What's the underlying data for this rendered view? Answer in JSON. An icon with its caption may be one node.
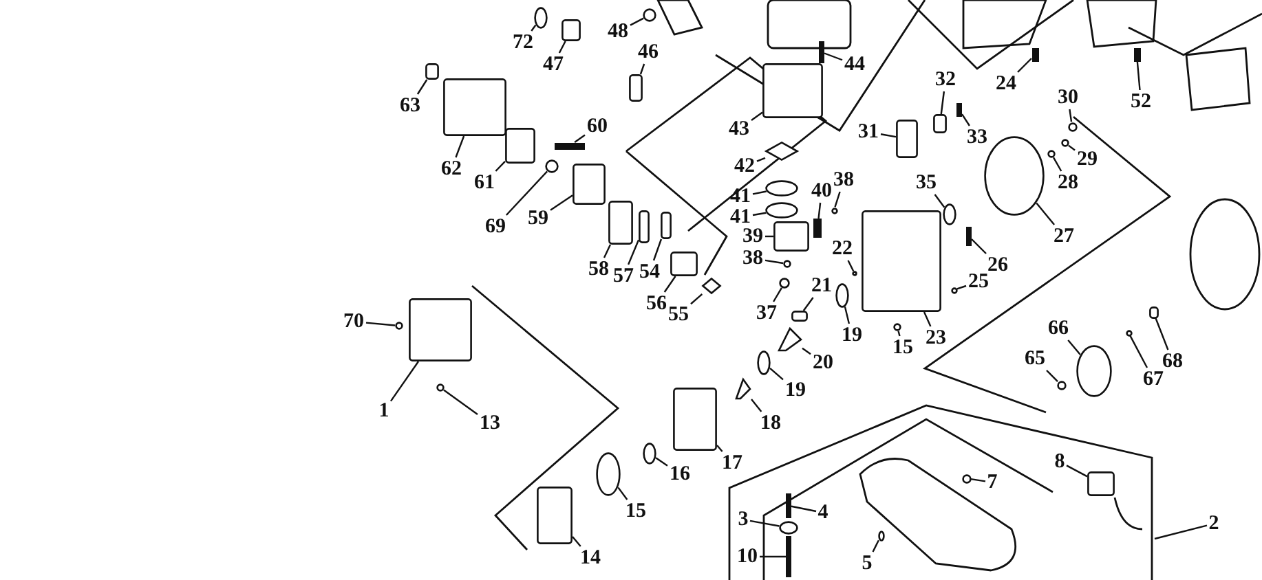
{
  "diagram": {
    "nodes": [
      {
        "text": [
          "72"
        ]
      },
      {
        "text": [
          "47"
        ]
      },
      {
        "text": [
          "48"
        ]
      },
      {
        "text": [
          "46"
        ]
      },
      {
        "text": [
          "44"
        ]
      },
      {
        "text": [
          "63"
        ]
      },
      {
        "text": [
          "62"
        ]
      },
      {
        "text": [
          "43"
        ]
      },
      {
        "text": [
          "60"
        ]
      },
      {
        "text": [
          "61"
        ]
      },
      {
        "text": [
          "42"
        ]
      },
      {
        "text": [
          "41"
        ]
      },
      {
        "text": [
          "40"
        ]
      },
      {
        "text": [
          "38"
        ]
      },
      {
        "text": [
          "41"
        ]
      },
      {
        "text": [
          "69"
        ]
      },
      {
        "text": [
          "59"
        ]
      },
      {
        "text": [
          "39"
        ]
      },
      {
        "text": [
          "38"
        ]
      },
      {
        "text": [
          "58"
        ]
      },
      {
        "text": [
          "57"
        ]
      },
      {
        "text": [
          "54"
        ]
      },
      {
        "text": [
          "56"
        ]
      },
      {
        "text": [
          "55"
        ]
      },
      {
        "text": [
          "37"
        ]
      },
      {
        "text": [
          "21"
        ]
      },
      {
        "text": [
          "22"
        ]
      },
      {
        "text": [
          "20"
        ]
      },
      {
        "text": [
          "19"
        ]
      },
      {
        "text": [
          "15"
        ]
      },
      {
        "text": [
          "23"
        ]
      },
      {
        "text": [
          "25"
        ]
      },
      {
        "text": [
          "26"
        ]
      },
      {
        "text": [
          "27"
        ]
      },
      {
        "text": [
          "35"
        ]
      },
      {
        "text": [
          "31"
        ]
      },
      {
        "text": [
          "32"
        ]
      },
      {
        "text": [
          "33"
        ]
      },
      {
        "text": [
          "24"
        ]
      },
      {
        "text": [
          "52"
        ]
      },
      {
        "text": [
          "30"
        ]
      },
      {
        "text": [
          "29"
        ]
      },
      {
        "text": [
          "28"
        ]
      },
      {
        "text": [
          "66"
        ]
      },
      {
        "text": [
          "65"
        ]
      },
      {
        "text": [
          "67"
        ]
      },
      {
        "text": [
          "68"
        ]
      },
      {
        "text": [
          "70"
        ]
      },
      {
        "text": [
          "1"
        ]
      },
      {
        "text": [
          "13"
        ]
      },
      {
        "text": [
          "18"
        ]
      },
      {
        "text": [
          "19"
        ]
      },
      {
        "text": [
          "17"
        ]
      },
      {
        "text": [
          "16"
        ]
      },
      {
        "text": [
          "15"
        ]
      },
      {
        "text": [
          "14"
        ]
      },
      {
        "text": [
          "3"
        ]
      },
      {
        "text": [
          "4"
        ]
      },
      {
        "text": [
          "10"
        ]
      },
      {
        "text": [
          "5"
        ]
      },
      {
        "text": [
          "7"
        ]
      },
      {
        "text": [
          "8"
        ]
      },
      {
        "text": [
          "2"
        ]
      },
      {
        "text": [],
        "shape": "circle"
      },
      {
        "text": [],
        "shape": "box"
      },
      {
        "text": [],
        "shape": "circle"
      },
      {
        "text": [],
        "shape": "box"
      },
      {
        "text": [],
        "shape": "bar"
      },
      {
        "text": [],
        "shape": "box"
      },
      {
        "text": [],
        "shape": "box"
      },
      {
        "text": [],
        "shape": "box"
      },
      {
        "text": [],
        "shape": "bar"
      },
      {
        "text": [],
        "shape": "box"
      },
      {
        "text": [],
        "shape": "diamond"
      },
      {
        "text": [],
        "shape": "circle"
      },
      {
        "text": [],
        "shape": "bar"
      },
      {
        "text": [],
        "shape": "circle"
      },
      {
        "text": [],
        "shape": "circle"
      },
      {
        "text": [],
        "shape": "circle"
      },
      {
        "text": [],
        "shape": "box"
      },
      {
        "text": [],
        "shape": "box"
      },
      {
        "text": [],
        "shape": "circle"
      },
      {
        "text": [],
        "shape": "box"
      },
      {
        "text": [],
        "shape": "box"
      },
      {
        "text": [],
        "shape": "box"
      },
      {
        "text": [],
        "shape": "box"
      },
      {
        "text": [],
        "shape": "diamond"
      },
      {
        "text": [],
        "shape": "circle"
      },
      {
        "text": [],
        "shape": "box"
      },
      {
        "text": [],
        "shape": "circle"
      },
      {
        "text": [],
        "shape": "picture"
      },
      {
        "text": [],
        "shape": "circle"
      },
      {
        "text": [],
        "shape": "circle"
      },
      {
        "text": [],
        "shape": "box"
      },
      {
        "text": [],
        "shape": "circle"
      },
      {
        "text": [],
        "shape": "bar"
      },
      {
        "text": [],
        "shape": "circle"
      },
      {
        "text": [],
        "shape": "circle"
      },
      {
        "text": [],
        "shape": "box"
      },
      {
        "text": [],
        "shape": "box"
      },
      {
        "text": [],
        "shape": "bar"
      },
      {
        "text": [],
        "shape": "bar"
      },
      {
        "text": [],
        "shape": "bar"
      },
      {
        "text": [],
        "shape": "circle"
      },
      {
        "text": [],
        "shape": "circle"
      },
      {
        "text": [],
        "shape": "circle"
      },
      {
        "text": [],
        "shape": "circle"
      },
      {
        "text": [],
        "shape": "circle"
      },
      {
        "text": [],
        "shape": "circle"
      },
      {
        "text": [],
        "shape": "box"
      },
      {
        "text": [],
        "shape": "circle"
      },
      {
        "text": [],
        "shape": "box"
      },
      {
        "text": [],
        "shape": "circle"
      },
      {
        "text": [],
        "shape": "picture"
      },
      {
        "text": [],
        "shape": "circle"
      },
      {
        "text": [],
        "shape": "box"
      },
      {
        "text": [],
        "shape": "circle"
      },
      {
        "text": [],
        "shape": "circle"
      },
      {
        "text": [],
        "shape": "box"
      },
      {
        "text": [],
        "shape": "circle"
      },
      {
        "text": [],
        "shape": "bar"
      },
      {
        "text": [],
        "shape": "bar"
      },
      {
        "text": [],
        "shape": "circle"
      },
      {
        "text": [],
        "shape": "circle"
      },
      {
        "text": [],
        "shape": "box"
      }
    ],
    "edges": [
      {
        "from": 0,
        "to": 63,
        "arrow": "none"
      },
      {
        "from": 1,
        "to": 64,
        "arrow": "none"
      },
      {
        "from": 2,
        "to": 65,
        "arrow": "none"
      },
      {
        "from": 3,
        "to": 66,
        "arrow": "none"
      },
      {
        "from": 4,
        "to": 67,
        "arrow": "none"
      },
      {
        "from": 5,
        "to": 68,
        "arrow": "none"
      },
      {
        "from": 6,
        "to": 69,
        "arrow": "none"
      },
      {
        "from": 7,
        "to": 70,
        "arrow": "none"
      },
      {
        "from": 8,
        "to": 71,
        "arrow": "none"
      },
      {
        "from": 9,
        "to": 72,
        "arrow": "none"
      },
      {
        "from": 10,
        "to": 73,
        "arrow": "none"
      },
      {
        "from": 11,
        "to": 74,
        "arrow": "none"
      },
      {
        "from": 12,
        "to": 75,
        "arrow": "none"
      },
      {
        "from": 13,
        "to": 76,
        "arrow": "none"
      },
      {
        "from": 14,
        "to": 77,
        "arrow": "none"
      },
      {
        "from": 15,
        "to": 78,
        "arrow": "none"
      },
      {
        "from": 16,
        "to": 79,
        "arrow": "none"
      },
      {
        "from": 17,
        "to": 80,
        "arrow": "none"
      },
      {
        "from": 18,
        "to": 81,
        "arrow": "none"
      },
      {
        "from": 19,
        "to": 82,
        "arrow": "none"
      },
      {
        "from": 20,
        "to": 83,
        "arrow": "none"
      },
      {
        "from": 21,
        "to": 84,
        "arrow": "none"
      },
      {
        "from": 22,
        "to": 85,
        "arrow": "none"
      },
      {
        "from": 23,
        "to": 86,
        "arrow": "none"
      },
      {
        "from": 24,
        "to": 87,
        "arrow": "none"
      },
      {
        "from": 25,
        "to": 88,
        "arrow": "none"
      },
      {
        "from": 26,
        "to": 89,
        "arrow": "none"
      },
      {
        "from": 27,
        "to": 90,
        "arrow": "none"
      },
      {
        "from": 28,
        "to": 91,
        "arrow": "none"
      },
      {
        "from": 29,
        "to": 92,
        "arrow": "none"
      },
      {
        "from": 30,
        "to": 93,
        "arrow": "none"
      },
      {
        "from": 31,
        "to": 94,
        "arrow": "none"
      },
      {
        "from": 32,
        "to": 95,
        "arrow": "none"
      },
      {
        "from": 33,
        "to": 96,
        "arrow": "none"
      },
      {
        "from": 34,
        "to": 97,
        "arrow": "none"
      },
      {
        "from": 35,
        "to": 98,
        "arrow": "none"
      },
      {
        "from": 36,
        "to": 99,
        "arrow": "none"
      },
      {
        "from": 37,
        "to": 100,
        "arrow": "none"
      },
      {
        "from": 38,
        "to": 101,
        "arrow": "none"
      },
      {
        "from": 39,
        "to": 102,
        "arrow": "none"
      },
      {
        "from": 40,
        "to": 103,
        "arrow": "none"
      },
      {
        "from": 41,
        "to": 104,
        "arrow": "none"
      },
      {
        "from": 42,
        "to": 105,
        "arrow": "none"
      },
      {
        "from": 43,
        "to": 106,
        "arrow": "none"
      },
      {
        "from": 44,
        "to": 107,
        "arrow": "none"
      },
      {
        "from": 45,
        "to": 108,
        "arrow": "none"
      },
      {
        "from": 46,
        "to": 109,
        "arrow": "none"
      },
      {
        "from": 47,
        "to": 110,
        "arrow": "none"
      },
      {
        "from": 48,
        "to": 111,
        "arrow": "none"
      },
      {
        "from": 49,
        "to": 112,
        "arrow": "none"
      },
      {
        "from": 50,
        "to": 113,
        "arrow": "none"
      },
      {
        "from": 51,
        "to": 114,
        "arrow": "none"
      },
      {
        "from": 52,
        "to": 115,
        "arrow": "none"
      },
      {
        "from": 53,
        "to": 116,
        "arrow": "none"
      },
      {
        "from": 54,
        "to": 117,
        "arrow": "none"
      },
      {
        "from": 55,
        "to": 118,
        "arrow": "none"
      },
      {
        "from": 56,
        "to": 119,
        "arrow": "none"
      },
      {
        "from": 57,
        "to": 120,
        "arrow": "none"
      },
      {
        "from": 58,
        "to": 121,
        "arrow": "none"
      },
      {
        "from": 59,
        "to": 122,
        "arrow": "none"
      },
      {
        "from": 60,
        "to": 123,
        "arrow": "none"
      },
      {
        "from": 61,
        "to": 124,
        "arrow": "none"
      },
      {
        "from": 62,
        "to": null,
        "arrow": "none"
      }
    ]
  }
}
